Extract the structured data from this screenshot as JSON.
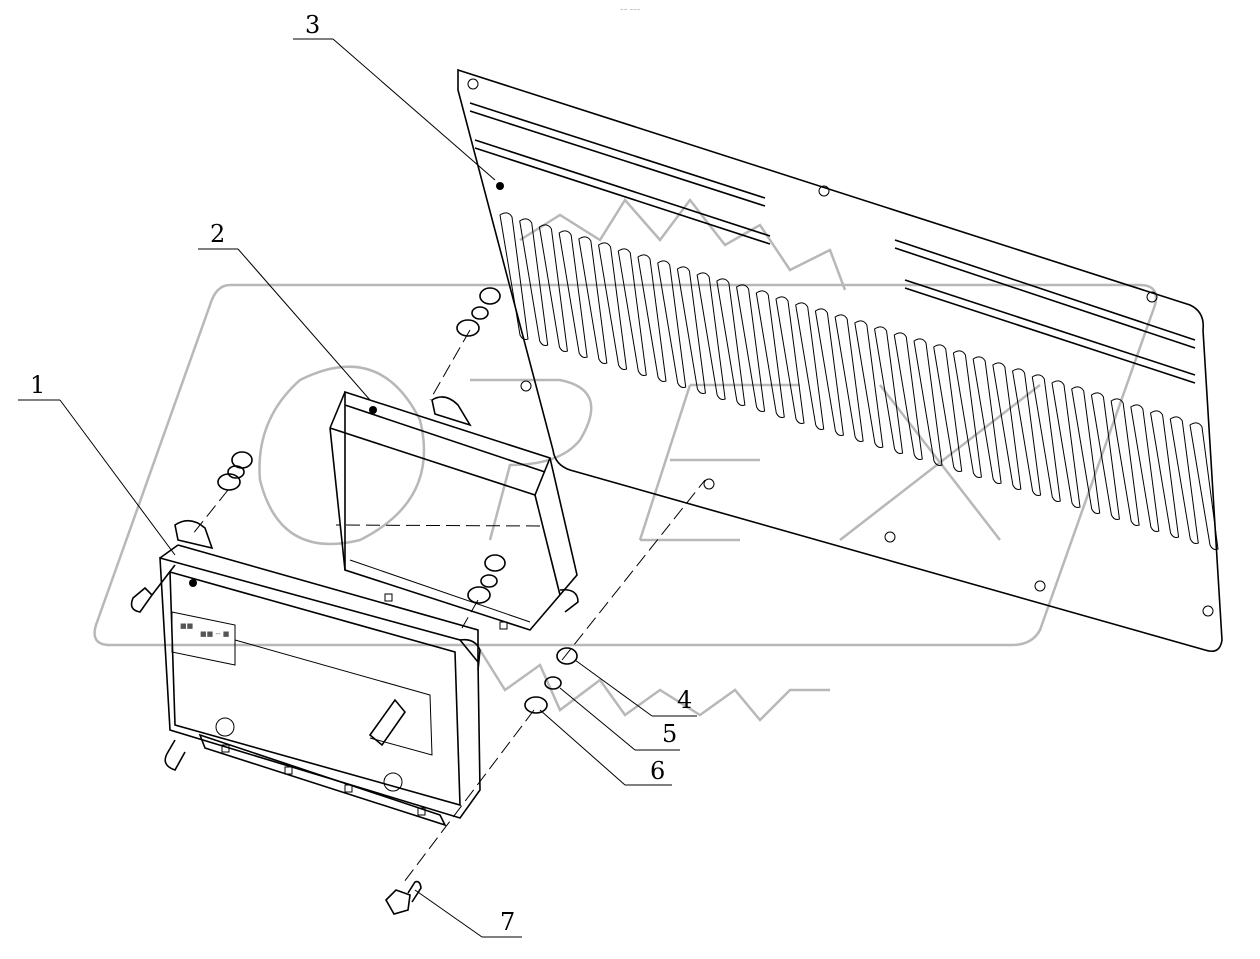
{
  "header_mark": "⁻⁻ ⁻⁻⁻",
  "watermark": "OPEX",
  "callouts": [
    {
      "id": "1",
      "label": "1"
    },
    {
      "id": "2",
      "label": "2"
    },
    {
      "id": "3",
      "label": "3"
    },
    {
      "id": "4",
      "label": "4"
    },
    {
      "id": "5",
      "label": "5"
    },
    {
      "id": "6",
      "label": "6"
    },
    {
      "id": "7",
      "label": "7"
    }
  ],
  "colors": {
    "line": "#000000",
    "watermark": "#b8b8b8",
    "background": "#ffffff"
  }
}
